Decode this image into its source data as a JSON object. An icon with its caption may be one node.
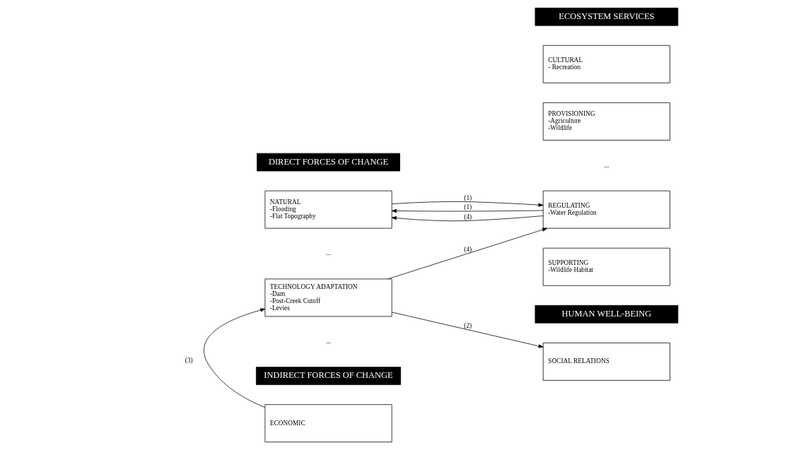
{
  "diagram": {
    "nodes": [
      {
        "text": [
          "DIRECT FORCES OF CHANGE"
        ]
      },
      {
        "text": [
          "NATURAL",
          "-Flooding",
          "-Flat Topography"
        ]
      },
      {
        "text": [
          "TECHNOLOGY ADAPTATION",
          "-Dam",
          "-Post-Creek Cutoff",
          "-Levies"
        ]
      },
      {
        "text": [
          "ECOSYSTEM SERVICES"
        ]
      },
      {
        "text": [
          "CULTURAL",
          "- Recreation"
        ]
      },
      {
        "text": [
          "PROVISIONING",
          "-Agriculture",
          "-Wildlife"
        ]
      },
      {
        "text": [
          "REGULATING",
          "-Water Regulation"
        ]
      },
      {
        "text": [
          "SUPPORTING",
          "-Wildlife Habitat"
        ]
      },
      {
        "text": [
          "INDIRECT FORCES OF CHANGE"
        ]
      },
      {
        "text": [
          "ECONOMIC"
        ]
      },
      {
        "text": [
          "HUMAN WELL-BEING"
        ]
      },
      {
        "text": [
          "SOCIAL RELATIONS"
        ]
      }
    ],
    "edges": [
      {
        "from": 1,
        "to": 6,
        "arrow": "to",
        "label": "(1)"
      },
      {
        "from": 6,
        "to": 1,
        "arrow": "to",
        "label": "(1)"
      },
      {
        "from": 6,
        "to": 1,
        "arrow": "to",
        "label": "(4)"
      },
      {
        "from": 2,
        "to": 6,
        "arrow": "to",
        "label": "(4)"
      },
      {
        "from": 2,
        "to": 11,
        "arrow": "to",
        "label": "(2)"
      },
      {
        "from": 9,
        "to": 2,
        "arrow": "to",
        "label": "(3)"
      }
    ],
    "labels": [
      "...",
      "...",
      "..."
    ]
  }
}
